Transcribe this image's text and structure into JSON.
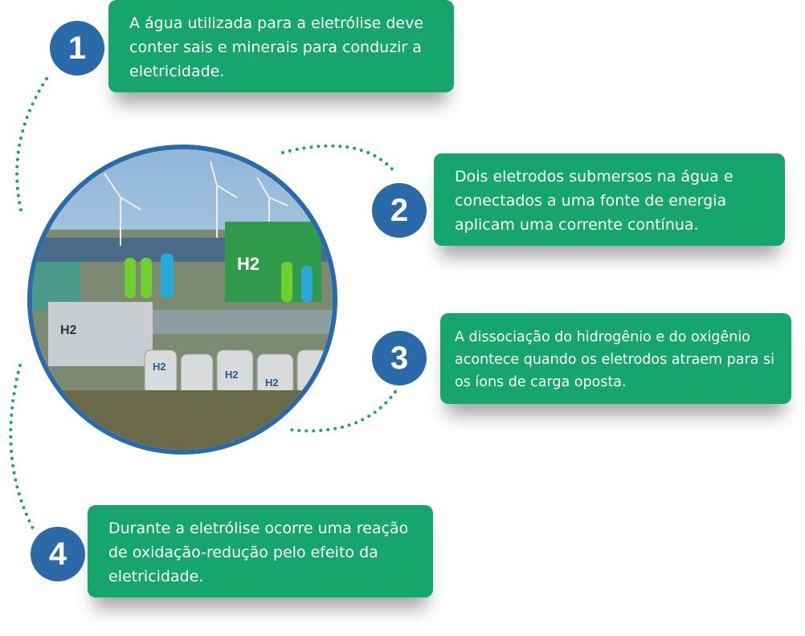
{
  "steps": [
    {
      "number": "1",
      "text": "A água utilizada para a eletrólise deve conter sais e minerais para conduzir a eletricidade."
    },
    {
      "number": "2",
      "text": "Dois eletrodos submersos na água e conectados a uma fonte de energia aplicam uma corrente contínua."
    },
    {
      "number": "3",
      "text": "A dissociação do hidrogênio e do oxigênio acontece quando os eletrodos atraem para si os íons de carga oposta."
    },
    {
      "number": "4",
      "text": "Durante a eletrólise ocorre uma reação de oxidação-redução pelo efeito da eletricidade."
    }
  ],
  "image": {
    "labels": [
      "H2",
      "H2",
      "H2",
      "H2",
      "H2"
    ]
  },
  "colors": {
    "green": "#17a56e",
    "blue": "#2a6aa8",
    "dots": "#17a56e"
  }
}
